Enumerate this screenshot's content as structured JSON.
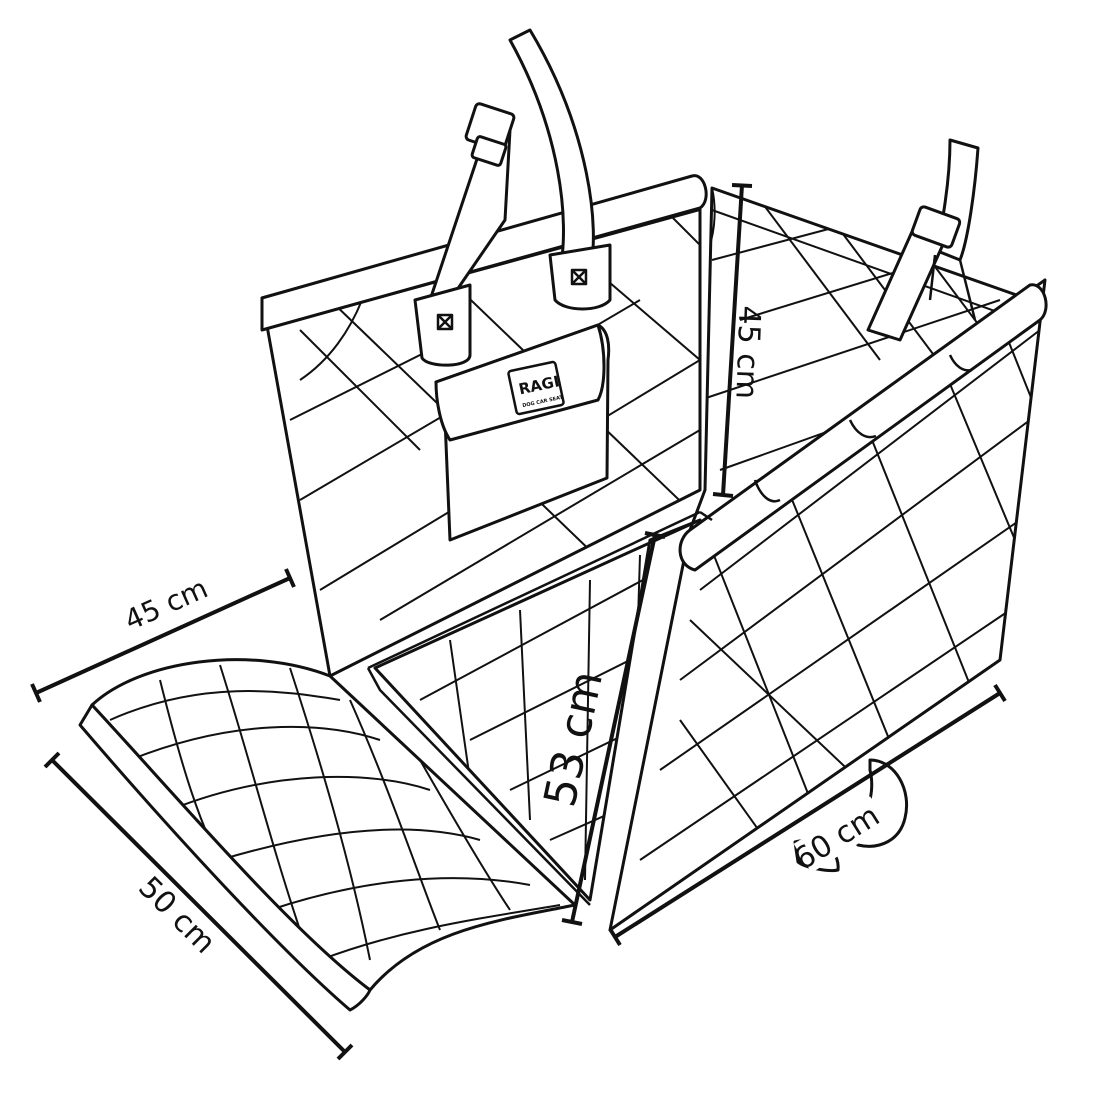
{
  "dimensions": {
    "backrest_height": "45 cm",
    "side_width": "45 cm",
    "seat_length": "50 cm",
    "flap_length": "53 cm",
    "seat_width": "60 cm"
  },
  "logo": {
    "text": "RAGI",
    "subtext": "DOG CAR SEAT"
  },
  "colors": {
    "line": "#111111",
    "background": "#ffffff"
  }
}
